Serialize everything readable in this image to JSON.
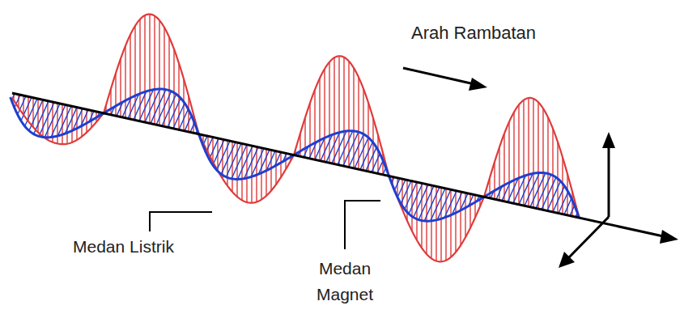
{
  "diagram": {
    "labels": [
      "Arah Rambatan",
      "Medan Listrik",
      "Medan Magnet"
    ]
  }
}
